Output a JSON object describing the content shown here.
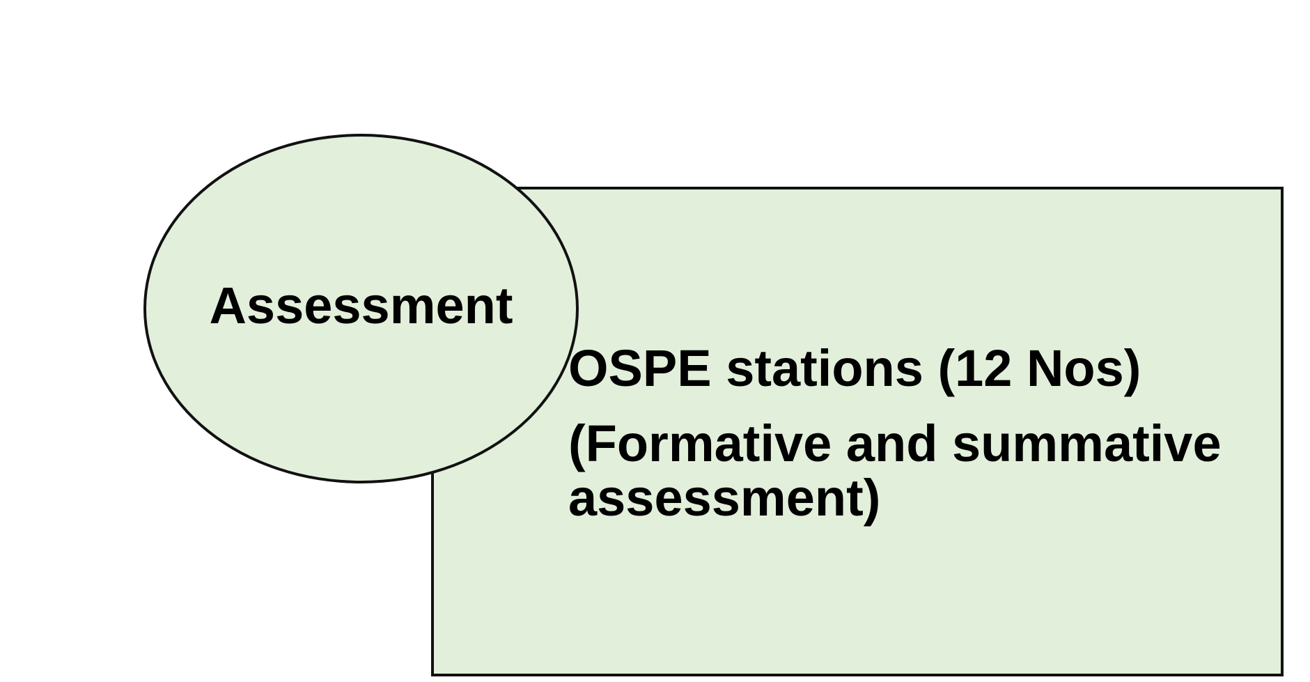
{
  "diagram": {
    "ellipse_label": "Assessment",
    "box_line1": "OSPE stations (12 Nos)",
    "box_line2": "(Formative and summative assessment)"
  },
  "colors": {
    "fill": "#e2efda",
    "stroke": "#111111",
    "text": "#000000"
  }
}
